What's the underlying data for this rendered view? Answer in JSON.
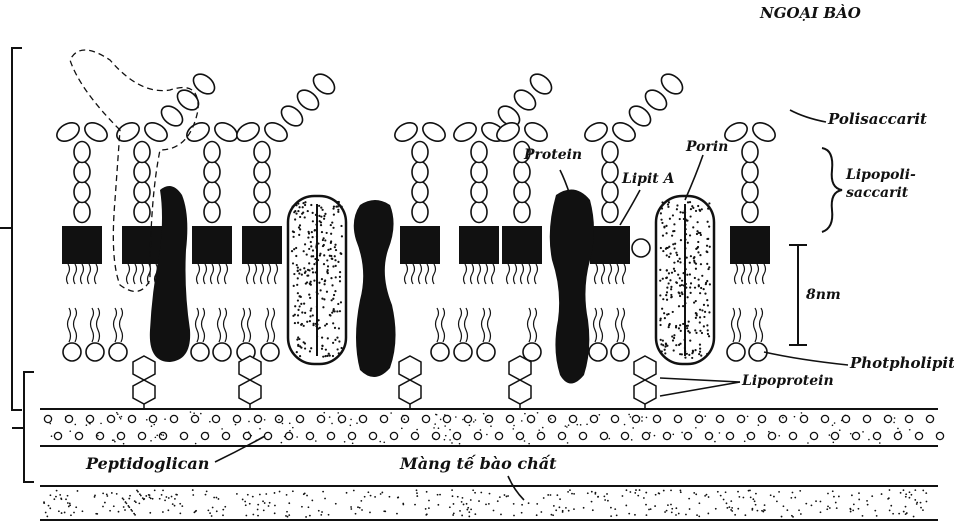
{
  "labels": {
    "outside": "NGOẠI BÀO",
    "polysaccharide": "Polisaccarit",
    "lipopolysaccharide_l1": "Lipopoli-",
    "lipopolysaccharide_l2": "saccarit",
    "protein": "Protein",
    "lipid_a": "Lipit A",
    "porin": "Porin",
    "thickness": "8nm",
    "phospholipid": "Photpholipit",
    "lipoprotein": "Lipoprotein",
    "peptidoglycan": "Peptidoglican",
    "membrane": "Màng tế bào chất"
  },
  "colors": {
    "ink": "#111111",
    "background": "#ffffff"
  }
}
